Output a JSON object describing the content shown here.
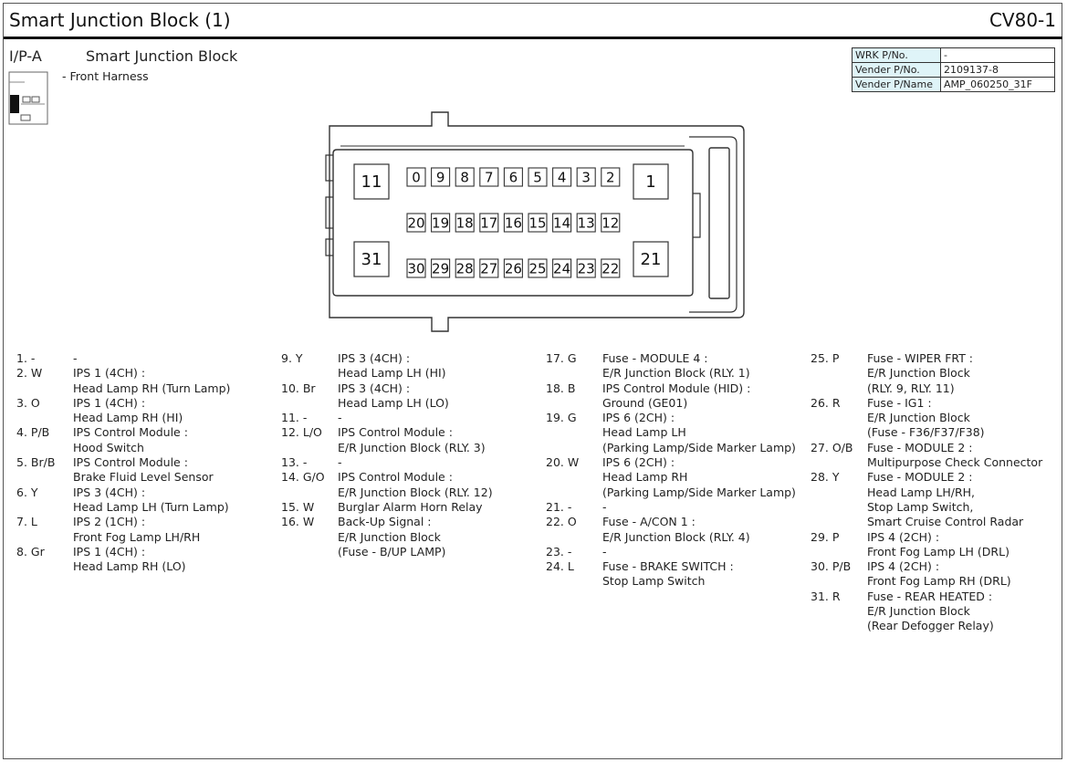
{
  "header": {
    "title": "Smart Junction Block (1)",
    "code": "CV80-1"
  },
  "connector": {
    "code": "I/P-A",
    "name": "Smart Junction Block",
    "subtitle": "- Front Harness"
  },
  "part_table": [
    {
      "key": "WRK P/No.",
      "value": "-"
    },
    {
      "key": "Vender P/No.",
      "value": "2109137-8"
    },
    {
      "key": "Vender P/Name",
      "value": "AMP_060250_31F"
    }
  ],
  "pins": {
    "row_top": [
      "0",
      "9",
      "8",
      "7",
      "6",
      "5",
      "4",
      "3",
      "2"
    ],
    "row_mid": [
      "20",
      "19",
      "18",
      "17",
      "16",
      "15",
      "14",
      "13",
      "12"
    ],
    "row_bot": [
      "30",
      "29",
      "28",
      "27",
      "26",
      "25",
      "24",
      "23",
      "22"
    ],
    "big": {
      "tl": "11",
      "tr": "1",
      "bl": "31",
      "br": "21"
    }
  },
  "columns": [
    [
      {
        "num": "1. -",
        "lines": [
          "-"
        ]
      },
      {
        "num": "2. W",
        "lines": [
          "IPS 1 (4CH) :",
          "Head Lamp RH (Turn Lamp)"
        ]
      },
      {
        "num": "3. O",
        "lines": [
          "IPS 1 (4CH) :",
          "Head Lamp RH (HI)"
        ]
      },
      {
        "num": "4. P/B",
        "lines": [
          "IPS Control Module :",
          "Hood Switch"
        ]
      },
      {
        "num": "5. Br/B",
        "lines": [
          "IPS Control Module :",
          "Brake Fluid Level Sensor"
        ]
      },
      {
        "num": "6. Y",
        "lines": [
          "IPS 3 (4CH) :",
          "Head Lamp LH (Turn Lamp)"
        ]
      },
      {
        "num": "7. L",
        "lines": [
          "IPS 2 (1CH) :",
          "Front Fog Lamp LH/RH"
        ]
      },
      {
        "num": "8. Gr",
        "lines": [
          "IPS 1 (4CH) :",
          "Head Lamp RH (LO)"
        ]
      }
    ],
    [
      {
        "num": "9. Y",
        "lines": [
          "IPS 3 (4CH) :",
          "Head Lamp LH (HI)"
        ]
      },
      {
        "num": "10. Br",
        "lines": [
          "IPS 3 (4CH) :",
          "Head Lamp LH (LO)"
        ]
      },
      {
        "num": "11. -",
        "lines": [
          "-"
        ]
      },
      {
        "num": "12. L/O",
        "lines": [
          "IPS Control Module :",
          "E/R Junction Block (RLY. 3)"
        ]
      },
      {
        "num": "13. -",
        "lines": [
          "-"
        ]
      },
      {
        "num": "14. G/O",
        "lines": [
          "IPS Control Module :",
          "E/R Junction Block (RLY. 12)"
        ]
      },
      {
        "num": "15. W",
        "lines": [
          "Burglar Alarm Horn Relay"
        ]
      },
      {
        "num": "16. W",
        "lines": [
          "Back-Up Signal :",
          "E/R Junction Block",
          "(Fuse - B/UP LAMP)"
        ]
      }
    ],
    [
      {
        "num": "17. G",
        "lines": [
          "Fuse - MODULE 4 :",
          "E/R Junction Block (RLY. 1)"
        ]
      },
      {
        "num": "18. B",
        "lines": [
          "IPS Control Module (HID) :",
          "Ground (GE01)"
        ]
      },
      {
        "num": "19. G",
        "lines": [
          "IPS 6 (2CH) :",
          "Head Lamp LH",
          "(Parking Lamp/Side Marker Lamp)"
        ]
      },
      {
        "num": "20. W",
        "lines": [
          "IPS 6 (2CH) :",
          "Head Lamp RH",
          "(Parking Lamp/Side Marker Lamp)"
        ]
      },
      {
        "num": "21. -",
        "lines": [
          "-"
        ]
      },
      {
        "num": "22. O",
        "lines": [
          "Fuse - A/CON 1 :",
          "E/R Junction Block (RLY. 4)"
        ]
      },
      {
        "num": "23. -",
        "lines": [
          "-"
        ]
      },
      {
        "num": "24. L",
        "lines": [
          "Fuse - BRAKE SWITCH :",
          "Stop Lamp Switch"
        ]
      }
    ],
    [
      {
        "num": "25. P",
        "lines": [
          "Fuse - WIPER FRT :",
          "E/R Junction Block",
          "(RLY. 9, RLY. 11)"
        ]
      },
      {
        "num": "26. R",
        "lines": [
          "Fuse - IG1 :",
          "E/R Junction Block",
          "(Fuse - F36/F37/F38)"
        ]
      },
      {
        "num": "27. O/B",
        "lines": [
          "Fuse - MODULE 2 :",
          "Multipurpose Check Connector"
        ]
      },
      {
        "num": "28. Y",
        "lines": [
          "Fuse - MODULE 2 :",
          "Head Lamp LH/RH,",
          "Stop Lamp Switch,",
          "Smart Cruise Control Radar"
        ]
      },
      {
        "num": "29. P",
        "lines": [
          "IPS 4 (2CH) :",
          "Front Fog Lamp LH (DRL)"
        ]
      },
      {
        "num": "30. P/B",
        "lines": [
          "IPS 4 (2CH) :",
          "Front Fog Lamp RH (DRL)"
        ]
      },
      {
        "num": "31. R",
        "lines": [
          "Fuse - REAR HEATED :",
          "E/R Junction Block",
          "(Rear Defogger Relay)"
        ]
      }
    ]
  ]
}
